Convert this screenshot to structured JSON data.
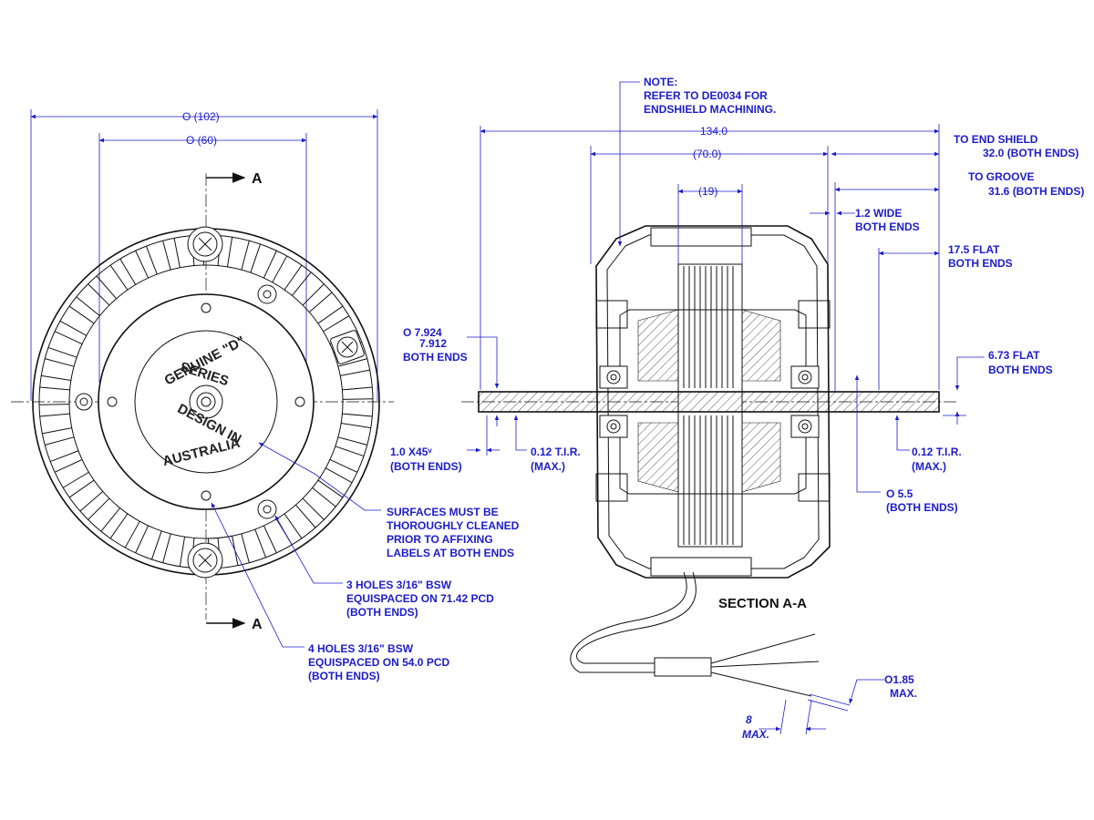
{
  "left_view": {
    "dim_outer": "O  (102)",
    "dim_inner": "O  (60)",
    "section_mark_top": "A",
    "section_mark_bottom": "A",
    "emboss": [
      "GENUINE \"D\"",
      "SERIES",
      "DESIGN IN",
      "AUSTRALIA"
    ]
  },
  "section_view": {
    "title": "SECTION A-A",
    "note_lines": [
      "NOTE:",
      "REFER TO DE0034 FOR",
      "ENDSHIELD MACHINING."
    ],
    "dim_overall": "134.0",
    "dim_body": "(70.0)",
    "dim_core": "(19)",
    "to_end_shield": [
      "TO END SHIELD",
      "32.0  (BOTH ENDS)"
    ],
    "to_groove": [
      "TO GROOVE",
      "31.6  (BOTH ENDS)"
    ],
    "wide": [
      "1.2  WIDE",
      "BOTH ENDS"
    ],
    "flat_17": [
      "17.5  FLAT",
      "BOTH ENDS"
    ],
    "shaft_dia": [
      "O  7.924",
      "7.912",
      "BOTH ENDS"
    ],
    "flat_673": [
      "6.73  FLAT",
      "BOTH ENDS"
    ],
    "chamfer": [
      "1.0  X45ᵛ",
      "(BOTH ENDS)"
    ],
    "tir_left": [
      "0.12 T.I.R.",
      "(MAX.)"
    ],
    "tir_right": [
      "0.12 T.I.R.",
      "(MAX.)"
    ],
    "dia_55": [
      "O  5.5",
      "(BOTH ENDS)"
    ],
    "wire_dia": [
      "O1.85",
      "MAX."
    ],
    "strip": [
      "8",
      "MAX."
    ]
  },
  "notes": {
    "surfaces": [
      "SURFACES MUST BE",
      "THOROUGHLY CLEANED",
      "PRIOR TO AFFIXING",
      "LABELS AT BOTH ENDS"
    ],
    "holes3": [
      "3 HOLES 3/16\" BSW",
      "EQUISPACED ON 71.42 PCD",
      "(BOTH ENDS)"
    ],
    "holes4": [
      "4 HOLES 3/16\" BSW",
      "EQUISPACED ON 54.0 PCD",
      "(BOTH ENDS)"
    ]
  },
  "colors": {
    "dimension": "#1c1ccc",
    "linework": "#111111"
  }
}
